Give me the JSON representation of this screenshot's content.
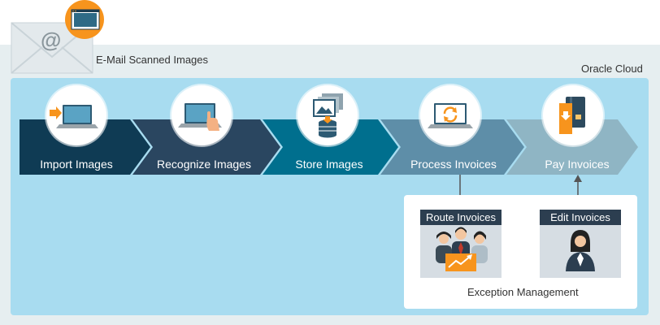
{
  "source": {
    "label": "E-Mail Scanned Images",
    "icon": "envelope-at-icon",
    "badge_icon": "scanned-image-icon"
  },
  "cloud": {
    "label": "Oracle Cloud"
  },
  "steps": [
    {
      "label": "Import Images",
      "icon": "laptop-import-icon"
    },
    {
      "label": "Recognize Images",
      "icon": "laptop-touch-icon"
    },
    {
      "label": "Store Images",
      "icon": "image-database-icon"
    },
    {
      "label": "Process Invoices",
      "icon": "laptop-sync-icon"
    },
    {
      "label": "Pay Invoices",
      "icon": "card-payment-icon"
    }
  ],
  "exceptions": {
    "label": "Exception Management",
    "route": {
      "label": "Route Invoices",
      "icon": "team-growth-icon"
    },
    "edit": {
      "label": "Edit Invoices",
      "icon": "person-icon"
    }
  },
  "colors": {
    "step1": "#0f3b54",
    "step2": "#2a4660",
    "step3": "#006f8e",
    "step4": "#5e8ea8",
    "step5": "#8fb5c4",
    "accent": "#f7941d"
  }
}
